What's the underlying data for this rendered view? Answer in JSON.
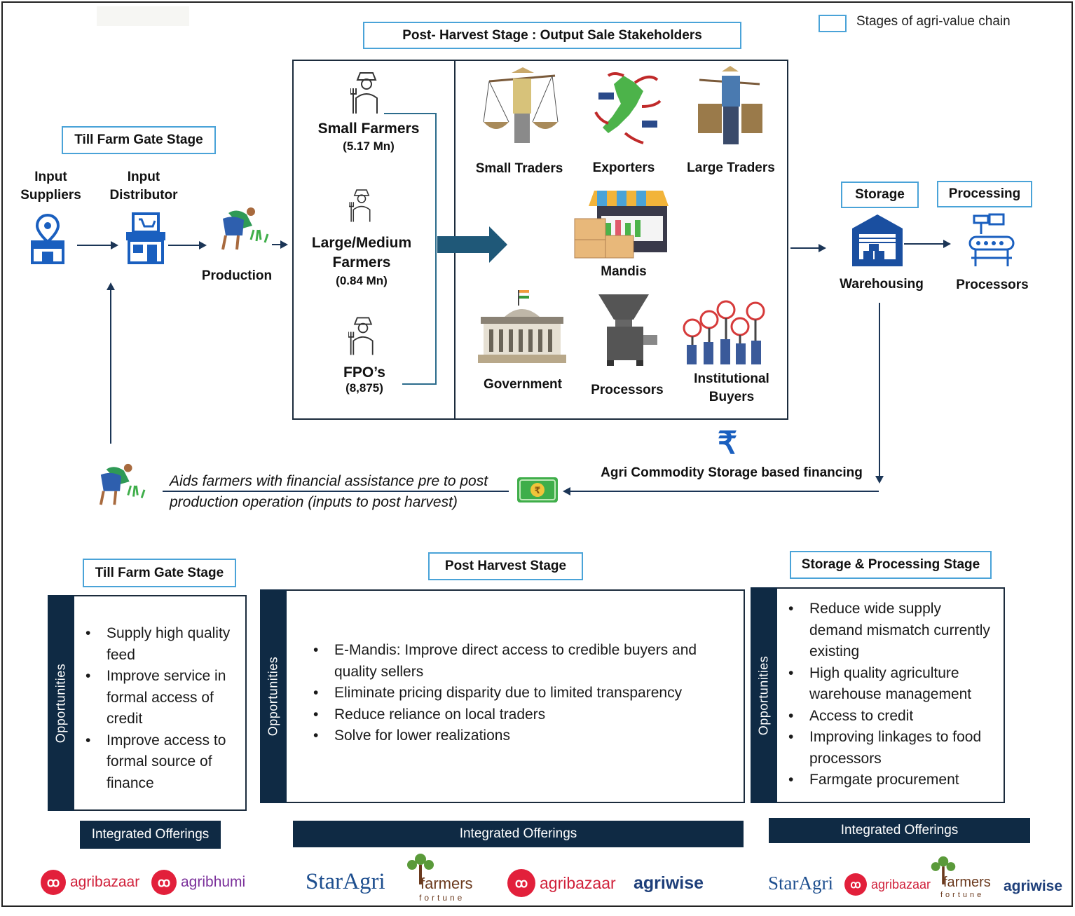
{
  "legend": {
    "label": "Stages of agri-value chain",
    "color": "#4aa3d8"
  },
  "stages": {
    "till_farm_gate": "Till Farm Gate Stage",
    "post_harvest": "Post- Harvest Stage : Output Sale Stakeholders",
    "storage": "Storage",
    "processing": "Processing"
  },
  "farm_gate": {
    "input_suppliers": "Input Suppliers",
    "input_distributor": "Input Distributor",
    "production": "Production"
  },
  "farmers": [
    {
      "name": "Small Farmers",
      "count": "(5.17 Mn)"
    },
    {
      "name": "Large/Medium Farmers",
      "count": "(0.84 Mn)"
    },
    {
      "name": "FPO’s",
      "count": "(8,875)"
    }
  ],
  "buyers": {
    "small_traders": "Small Traders",
    "exporters": "Exporters",
    "large_traders": "Large Traders",
    "mandis": "Mandis",
    "government": "Government",
    "processors": "Processors",
    "institutional_buyers": "Institutional Buyers"
  },
  "right_chain": {
    "warehousing": "Warehousing",
    "processors": "Processors"
  },
  "financing": {
    "label": "Agri Commodity Storage based financing",
    "aid_line1": "Aids farmers with financial assistance pre to post",
    "aid_line2": "production operation (inputs to post harvest)"
  },
  "bottom": {
    "till": {
      "title": "Till Farm Gate Stage",
      "side": "Opportunities",
      "items": [
        "Supply high quality feed",
        "Improve service in formal access of credit",
        "Improve access to formal source of finance"
      ],
      "offerings": "Integrated Offerings"
    },
    "post": {
      "title": "Post Harvest Stage",
      "side": "Opportunities",
      "items": [
        "E-Mandis: Improve direct access to credible buyers and quality sellers",
        "Eliminate pricing disparity due to limited transparency",
        "Reduce reliance on local traders",
        "Solve for lower realizations"
      ],
      "offerings": "Integrated Offerings"
    },
    "storage": {
      "title": "Storage & Processing Stage",
      "side": "Opportunities",
      "items": [
        "Reduce wide supply demand mismatch currently existing",
        "High quality agriculture warehouse management",
        "Access to credit",
        "Improving linkages to food processors",
        "Farmgate procurement"
      ],
      "offerings": "Integrated Offerings"
    }
  },
  "logos": {
    "agribazaar": "agribazaar",
    "agribhumi": "agribhumi",
    "staragri": "StarAgri",
    "farmers_fortune": "farmers",
    "fortune": "fortune",
    "agriwise": "agriwise"
  }
}
